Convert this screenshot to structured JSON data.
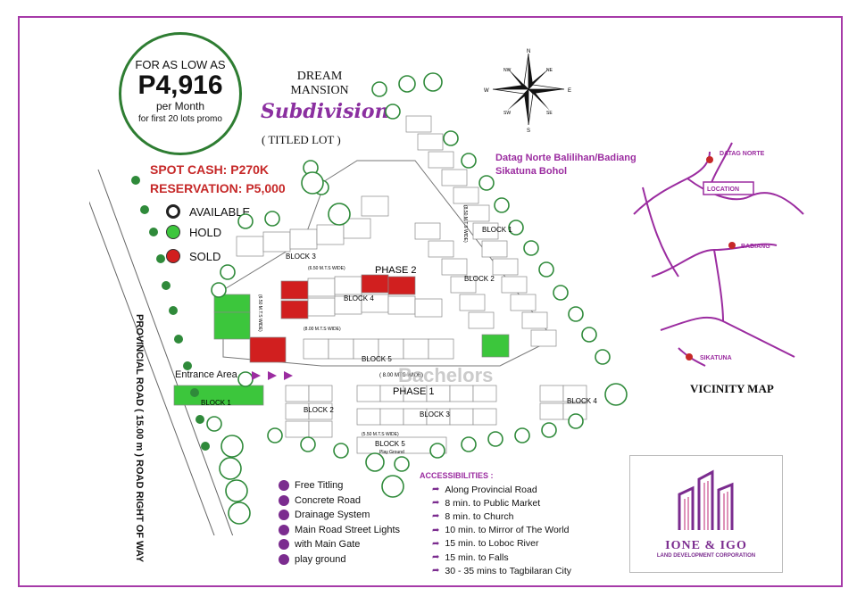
{
  "promo": {
    "line1": "FOR AS LOW AS",
    "price": "P4,916",
    "line3": "per Month",
    "line4": "for first 20 lots promo"
  },
  "title": {
    "line1": "DREAM MANSION",
    "line2": "Subdivision",
    "line3": "( TITLED LOT )"
  },
  "pricing": {
    "spot_cash": "SPOT CASH: P270K",
    "reservation": "RESERVATION: P5,000"
  },
  "legend": [
    {
      "label": "AVAILABLE",
      "color": "#ffffff"
    },
    {
      "label": "HOLD",
      "color": "#3cc63c"
    },
    {
      "label": "SOLD",
      "color": "#d11f1f"
    }
  ],
  "compass": {
    "n": "N",
    "s": "S",
    "e": "E",
    "w": "W",
    "ne": "NE",
    "nw": "NW",
    "se": "SE",
    "sw": "SW"
  },
  "location": {
    "line1": "Datag Norte Balilihan/Badiang",
    "line2": "Sikatuna Bohol"
  },
  "vicinity": {
    "title": "VICINITY MAP",
    "places": [
      "DATAG NORTE",
      "LOCATION",
      "BADIANG",
      "SIKATUNA"
    ]
  },
  "map_labels": {
    "phase2": "PHASE 2",
    "phase1": "PHASE 1",
    "block1": "BLOCK 1",
    "block2": "BLOCK 2",
    "block3": "BLOCK 3",
    "block4": "BLOCK 4",
    "block5": "BLOCK 5",
    "block2b": "BLOCK 2",
    "block1b": "BLOCK 1",
    "block4b": "BLOCK 4",
    "block5b": "BLOCK 5",
    "block3b": "BLOCK 3",
    "road1": "(6.50 M.T.S WIDE)",
    "road2": "(8.00 M.T.S WIDE)",
    "road3": "( 8.00 MTS WIDE)",
    "road4": "(5.50 M.T.S WIDE)",
    "road5": "(8.50 M.T.S WIDE)",
    "road6": "(6.50 M.T.S WIDE)",
    "playground": "Play Ground",
    "entrance": "Entrance Area",
    "road": "PROVINCIAL ROAD ( 15.00 m ) ROAD RIGHT OF WAY"
  },
  "features": [
    "Free Titling",
    "Concrete Road",
    "Drainage System",
    "Main Road Street Lights",
    "with Main Gate",
    "play ground"
  ],
  "accessibilities": {
    "title": "ACCESSIBILITIES :",
    "items": [
      "Along Provincial Road",
      "8 min. to Public  Market",
      "8 min. to Church",
      "10 min. to Mirror of The World",
      "15 min. to Loboc River",
      "15 min. to Falls",
      "30 - 35 mins to Tagbilaran City"
    ]
  },
  "logo": {
    "name": "IONE & IGO",
    "sub": "LAND DEVELOPMENT CORPORATION"
  },
  "watermark": "Bachelors",
  "colors": {
    "frame": "#a63aa8",
    "purple": "#7b2c8f",
    "green": "#2e7d32",
    "red": "#c62828",
    "tree": "#2f8a3a"
  }
}
